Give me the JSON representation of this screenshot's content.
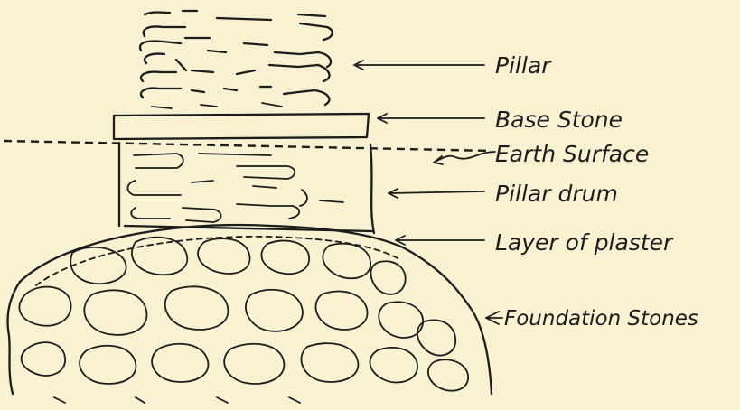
{
  "figure": {
    "background": "#f8f2d2",
    "ink": "#1c1c1c",
    "labels": {
      "pillar": "Pillar",
      "base_stone": "Base Stone",
      "earth_surface": "Earth Surface",
      "pillar_drum": "Pillar drum",
      "plaster": "Layer of plaster",
      "foundation": "Foundation Stones"
    }
  }
}
